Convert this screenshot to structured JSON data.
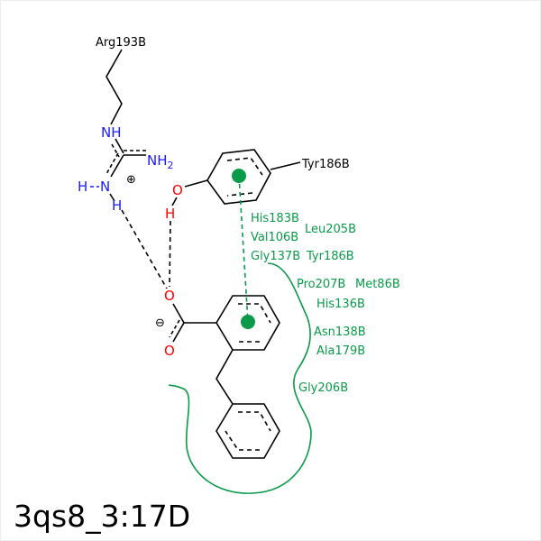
{
  "title": "3qs8_3:17D",
  "colors": {
    "interaction": "#0a9a4a",
    "nitrogen": "#1a1aff",
    "oxygen": "#ff0000"
  },
  "residues": {
    "arg": "Arg193B",
    "tyr": "Tyr186B"
  },
  "atoms": {
    "nh": "NH",
    "nh2": "NH",
    "nh2_sub": "2",
    "n": "N",
    "h1": "H",
    "h2": "H",
    "o_tyr": "O",
    "h_tyr": "H",
    "o1": "O",
    "o2": "O",
    "plus": "⊕",
    "minus": "⊖"
  },
  "hydrophobic_residues": [
    "His183B",
    "Leu205B",
    "Val106B",
    "Gly137B",
    "Tyr186B",
    "Pro207B",
    "Met86B",
    "His136B",
    "Asn138B",
    "Ala179B",
    "Gly206B"
  ]
}
